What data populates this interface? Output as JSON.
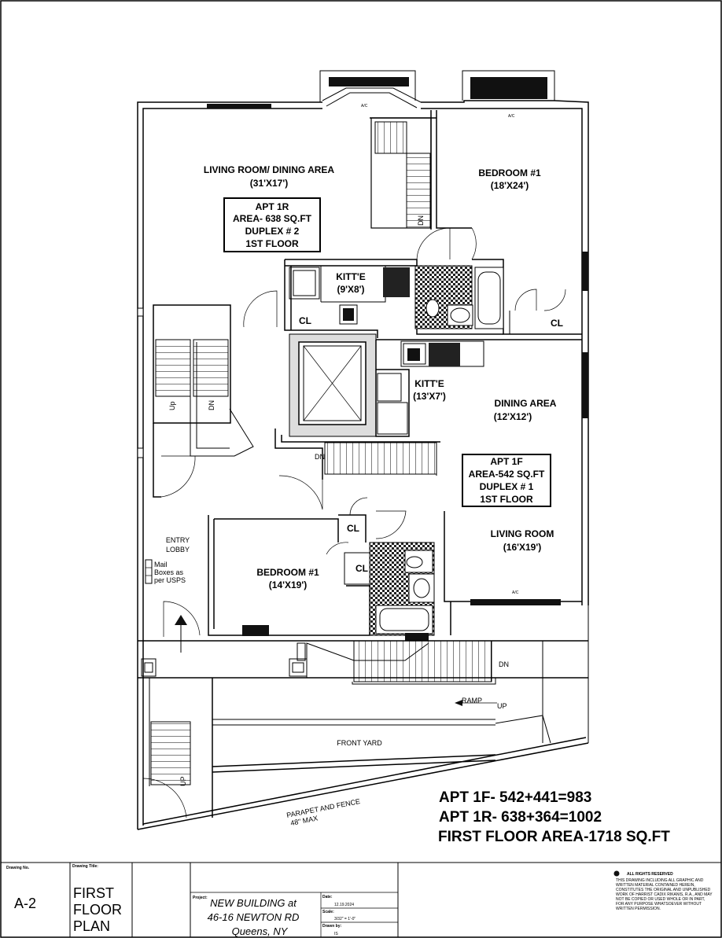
{
  "rooms": {
    "living_dining_1r": {
      "name": "LIVING ROOM/ DINING AREA",
      "size": "(31'X17')"
    },
    "bedroom_1r": {
      "name": "BEDROOM #1",
      "size": "(18'X24')"
    },
    "kitchen_1r": {
      "name": "KITT'E",
      "size": "(9'X8')"
    },
    "kitchen_1f": {
      "name": "KITT'E",
      "size": "(13'X7')"
    },
    "dining_1f": {
      "name": "DINING AREA",
      "size": "(12'X12')"
    },
    "living_1f": {
      "name": "LIVING ROOM",
      "size": "(16'X19')"
    },
    "bedroom_1f": {
      "name": "BEDROOM #1",
      "size": "(14'X19')"
    },
    "entry_lobby": [
      "ENTRY",
      "LOBBY"
    ],
    "front_yard": "FRONT YARD"
  },
  "closets": {
    "cl": "CL"
  },
  "apt_1r_box": [
    "APT 1R",
    "AREA- 638 SQ.FT",
    "DUPLEX # 2",
    "1ST FLOOR"
  ],
  "apt_1f_box": [
    "APT 1F",
    "AREA-542 SQ.FT",
    "DUPLEX # 1",
    "1ST FLOOR"
  ],
  "mail": [
    "Mail",
    "Boxes as",
    "per USPS"
  ],
  "stair_labels": {
    "dn": "DN",
    "up": "UP",
    "up_mixed": "Up"
  },
  "ramp": "RAMP",
  "ac": "A/C",
  "parapet": [
    "PARAPET AND FENCE",
    "48\" MAX"
  ],
  "summary": [
    "APT 1F- 542+441=983",
    "APT 1R- 638+364=1002",
    "FIRST FLOOR AREA-1718 SQ.FT"
  ],
  "title_block": {
    "drawing_no_label": "Drawing No.",
    "drawing_no": "A-2",
    "drawing_title_label": "Drawing Title:",
    "drawing_title": [
      "FIRST",
      "FLOOR",
      "PLAN"
    ],
    "project_label": "Project:",
    "project": [
      "NEW BUILDING at",
      "46-16 NEWTON RD",
      "Queens, NY"
    ],
    "date_label": "Date:",
    "date": "12.19.2024",
    "scale_label": "Scale:",
    "scale": "3/32\" = 1'-0\"",
    "drawn_label": "Drawn by:",
    "drawn": "IS",
    "rights_title": "ALL RIGHTS RESERVED",
    "rights_text": [
      "THIS DRAWING INCLUDING ALL GRAPHIC AND",
      "WRITTEN MATERIAL CONTAINED HEREIN,",
      "CONSTITUTES THE ORIGINAL AND UNPUBLISHED",
      "WORK OF HARRIST CADIX RIKANIS, R.A., AND MAY",
      "NOT BE COPIED OR USED WHOLE OR IN PART,",
      "FOR ANY PURPOSE WHATSOEVER WITHOUT",
      "WRITTEN PERMISSION."
    ]
  }
}
